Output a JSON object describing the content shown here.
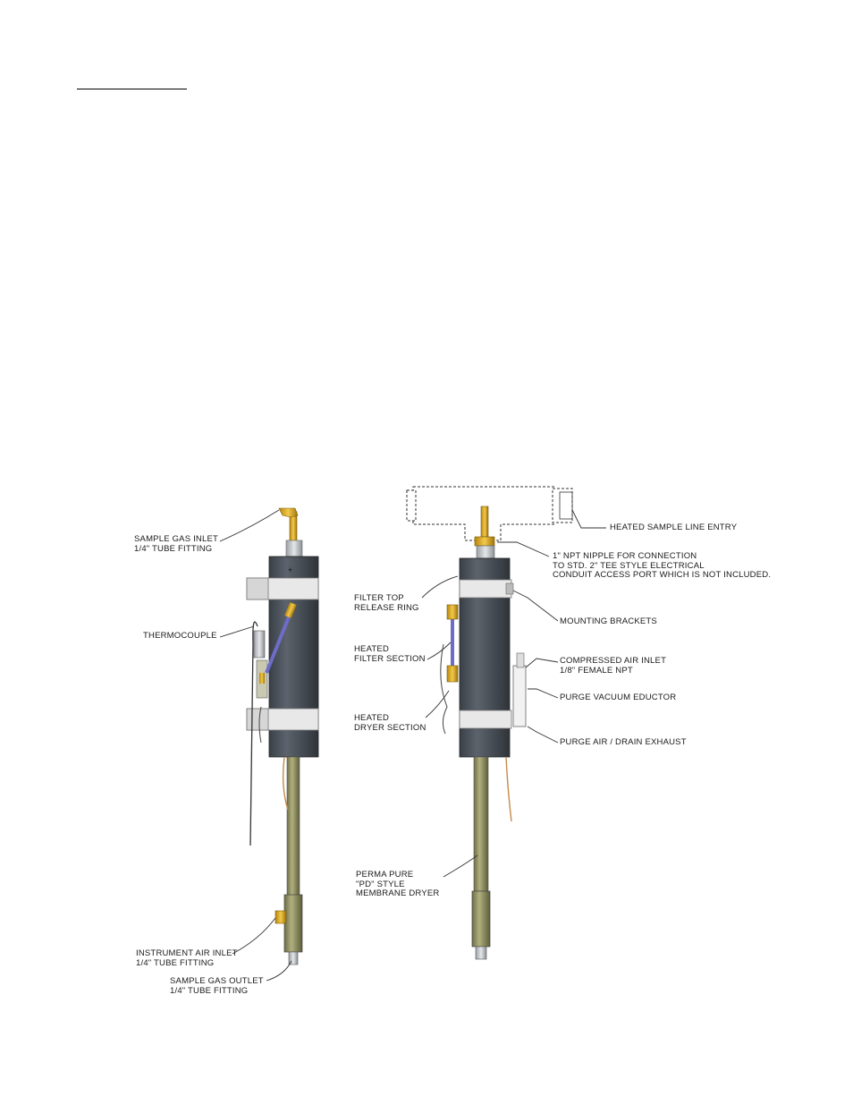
{
  "left_unit": {
    "sample_gas_inlet": [
      "SAMPLE GAS INLET",
      "1/4\" TUBE FITTING"
    ],
    "thermocouple": "THERMOCOUPLE",
    "instrument_air_inlet": [
      "INSTRUMENT AIR INLET",
      "1/4\" TUBE FITTING"
    ],
    "sample_gas_outlet": [
      "SAMPLE GAS OUTLET",
      "1/4\" TUBE FITTING"
    ]
  },
  "right_unit": {
    "heated_sample_line_entry": "HEATED SAMPLE LINE ENTRY",
    "npt_nipple": [
      "1\" NPT NIPPLE FOR CONNECTION",
      "TO STD. 2\" TEE STYLE ELECTRICAL",
      "CONDUIT ACCESS PORT WHICH IS NOT INCLUDED."
    ],
    "filter_top_release_ring": [
      "FILTER TOP",
      "RELEASE RING"
    ],
    "mounting_brackets": "MOUNTING BRACKETS",
    "heated_filter_section": [
      "HEATED",
      "FILTER SECTION"
    ],
    "compressed_air_inlet": [
      "COMPRESSED AIR INLET",
      "1/8\" FEMALE NPT"
    ],
    "purge_vacuum_eductor": "PURGE VACUUM EDUCTOR",
    "heated_dryer_section": [
      "HEATED",
      "DRYER SECTION"
    ],
    "purge_air_drain_exhaust": "PURGE AIR / DRAIN EXHAUST",
    "membrane_dryer": [
      "PERMA PURE",
      "\"PD\" STYLE",
      "MEMBRANE DRYER"
    ]
  },
  "colors": {
    "body": "#4a5058",
    "bracket": "#e6e6e6",
    "tube": "#8a8a5c",
    "brass": "#d9a520",
    "wire": "#c48a4a",
    "purple_tube": "#6d6dc8"
  }
}
